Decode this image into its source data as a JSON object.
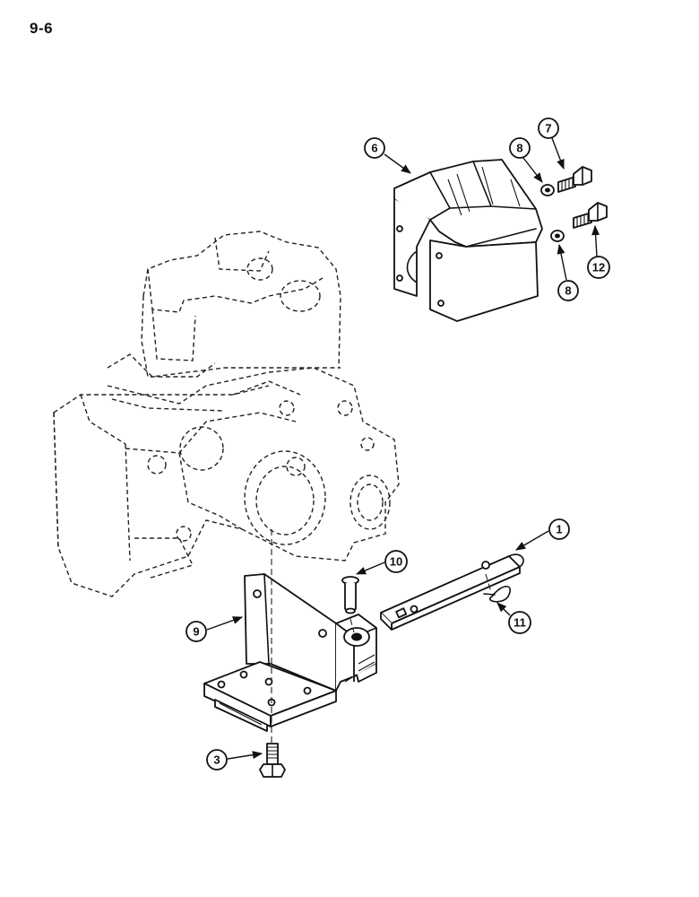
{
  "page": {
    "number": "9-6"
  },
  "callouts": [
    {
      "id": "c1",
      "label": "1"
    },
    {
      "id": "c3",
      "label": "3"
    },
    {
      "id": "c6",
      "label": "6"
    },
    {
      "id": "c7",
      "label": "7"
    },
    {
      "id": "c8a",
      "label": "8"
    },
    {
      "id": "c8b",
      "label": "8"
    },
    {
      "id": "c9",
      "label": "9"
    },
    {
      "id": "c10",
      "label": "10"
    },
    {
      "id": "c11",
      "label": "11"
    },
    {
      "id": "c12",
      "label": "12"
    }
  ]
}
